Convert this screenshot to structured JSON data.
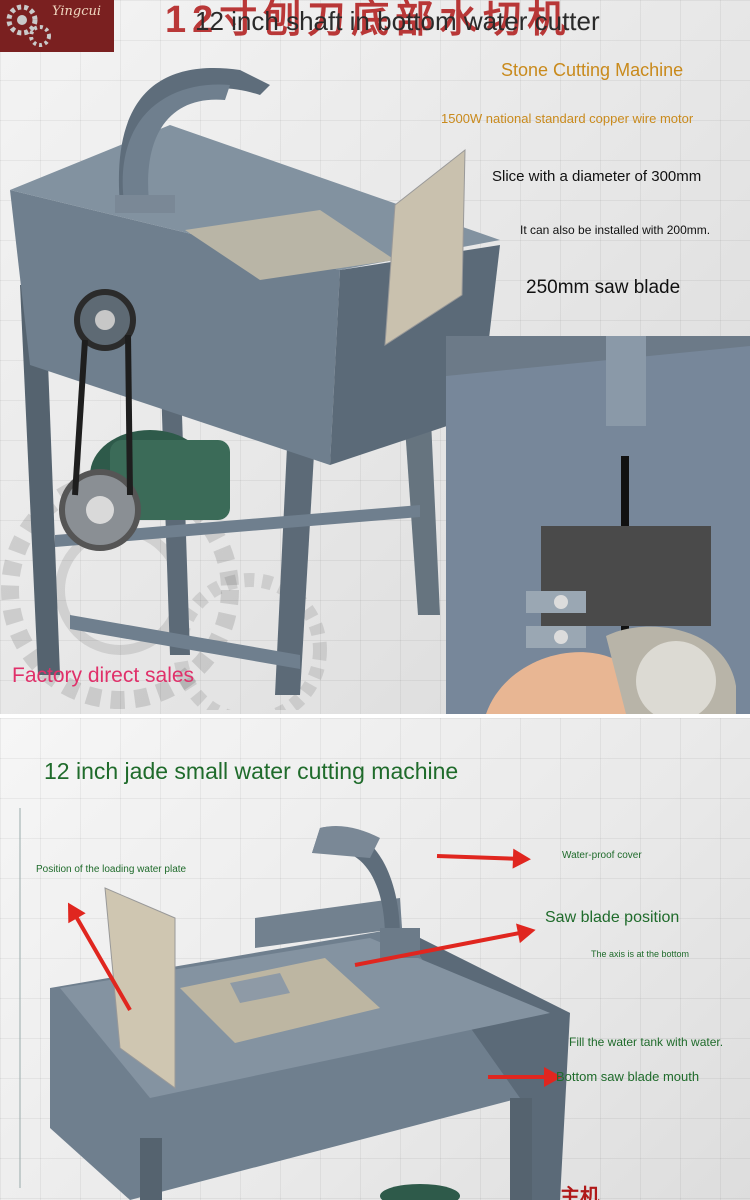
{
  "logo": {
    "text": "Yingcui"
  },
  "header": {
    "garbled_title": "12寸刨刀底部水切机",
    "title": "12 inch shaft in bottom water cutter"
  },
  "top_panel": {
    "heading": "Stone Cutting Machine",
    "motor": "1500W national standard copper wire motor",
    "slice": "Slice with a diameter of 300mm",
    "install": "It can also be installed with 200mm.",
    "blade": "250mm saw blade",
    "sales": "Factory direct sales"
  },
  "bottom_panel": {
    "heading": "12 inch jade small water cutting machine",
    "loading_plate": "Position of the loading water plate",
    "waterproof_cover": "Water-proof cover",
    "saw_blade_position": "Saw blade position",
    "axis_bottom": "The axis is at the bottom",
    "fill_tank": "Fill the water tank with water.",
    "blade_mouth": "Bottom saw blade mouth",
    "footer_garble": "主机"
  },
  "colors": {
    "machine": "#6f7f8e",
    "machine_dark": "#4f5d6b",
    "heading_gold": "#c98a1c",
    "green": "#1f6b2b",
    "pink": "#e0306a",
    "arrow_red": "#e0261f",
    "logo_bg": "#7a2020"
  }
}
